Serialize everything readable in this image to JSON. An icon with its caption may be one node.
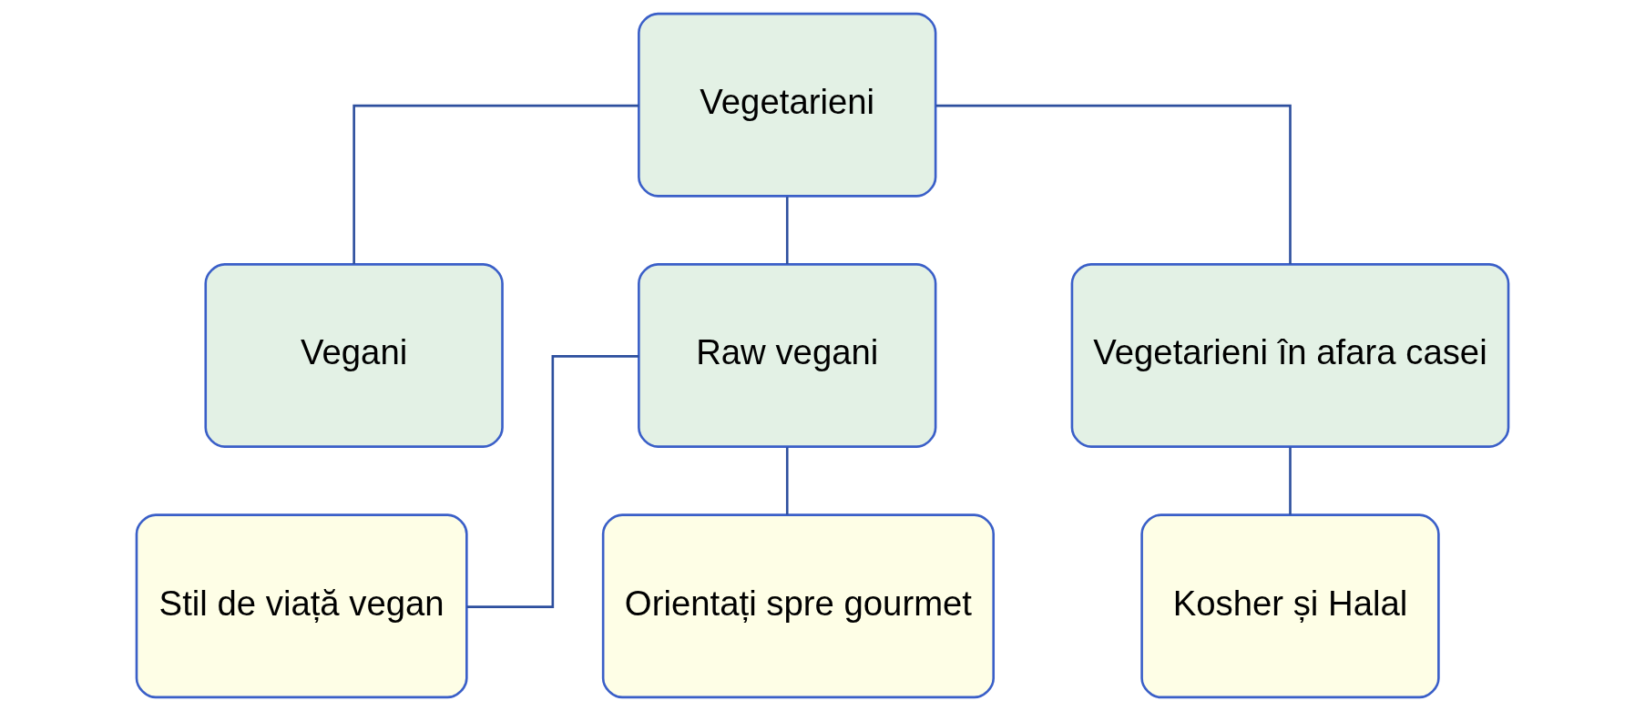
{
  "diagram": {
    "nodes": [
      {
        "text": [
          "Vegetarieni"
        ]
      },
      {
        "text": [
          "Vegani"
        ]
      },
      {
        "text": [
          "Raw vegani"
        ]
      },
      {
        "text": [
          "Vegetarieni în afara casei"
        ]
      },
      {
        "text": [
          "Stil de viață vegan"
        ]
      },
      {
        "text": [
          "Orientați spre gourmet"
        ]
      },
      {
        "text": [
          "Kosher și Halal"
        ]
      }
    ],
    "edges": [
      {
        "from": 0,
        "to": 1,
        "arrow": "none"
      },
      {
        "from": 0,
        "to": 2,
        "arrow": "none"
      },
      {
        "from": 0,
        "to": 3,
        "arrow": "none"
      },
      {
        "from": 2,
        "to": 4,
        "arrow": "none"
      },
      {
        "from": 2,
        "to": 5,
        "arrow": "none"
      },
      {
        "from": 3,
        "to": 6,
        "arrow": "none"
      }
    ]
  }
}
